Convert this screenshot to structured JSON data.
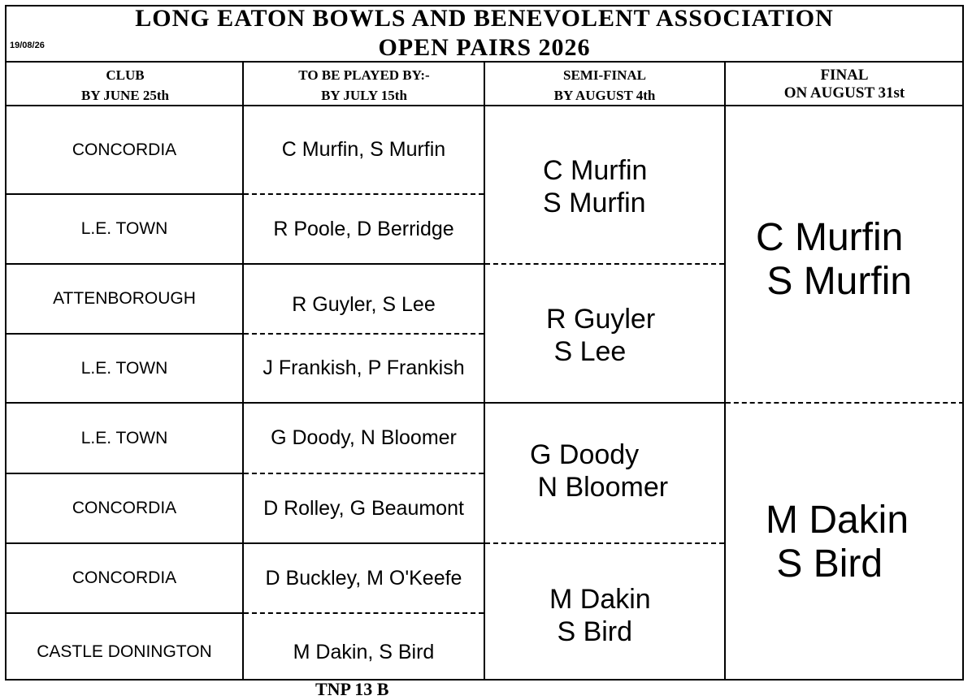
{
  "title": {
    "line1": "LONG EATON BOWLS AND BENEVOLENT ASSOCIATION",
    "line2": "OPEN PAIRS 2026",
    "date": "19/08/26"
  },
  "headers": {
    "club": [
      "CLUB",
      "BY JUNE 25th"
    ],
    "round1": [
      "TO BE PLAYED BY:-",
      "BY JULY 15th"
    ],
    "semi": [
      "SEMI-FINAL",
      "BY AUGUST 4th"
    ],
    "final": [
      "FINAL",
      "ON AUGUST 31st"
    ]
  },
  "rows": [
    {
      "club": "CONCORDIA",
      "pair": "C Murfin, S Murfin"
    },
    {
      "club": "L.E. TOWN",
      "pair": "R Poole, D Berridge"
    },
    {
      "club": "ATTENBOROUGH",
      "pair": "R Guyler, S Lee"
    },
    {
      "club": "L.E. TOWN",
      "pair": "J Frankish, P Frankish"
    },
    {
      "club": "L.E. TOWN",
      "pair": "G Doody, N Bloomer"
    },
    {
      "club": "CONCORDIA",
      "pair": "D Rolley, G Beaumont"
    },
    {
      "club": "CONCORDIA",
      "pair": "D Buckley, M O'Keefe"
    },
    {
      "club": "CASTLE DONINGTON",
      "pair": "M Dakin, S Bird"
    }
  ],
  "semis": [
    "C Murfin\nS Murfin",
    "R Guyler\n S Lee",
    "G Doody\n N Bloomer",
    "M Dakin\n S Bird"
  ],
  "finals": [
    "C Murfin\n S Murfin",
    "M Dakin\n S Bird"
  ],
  "footer": "TNP 13 B"
}
